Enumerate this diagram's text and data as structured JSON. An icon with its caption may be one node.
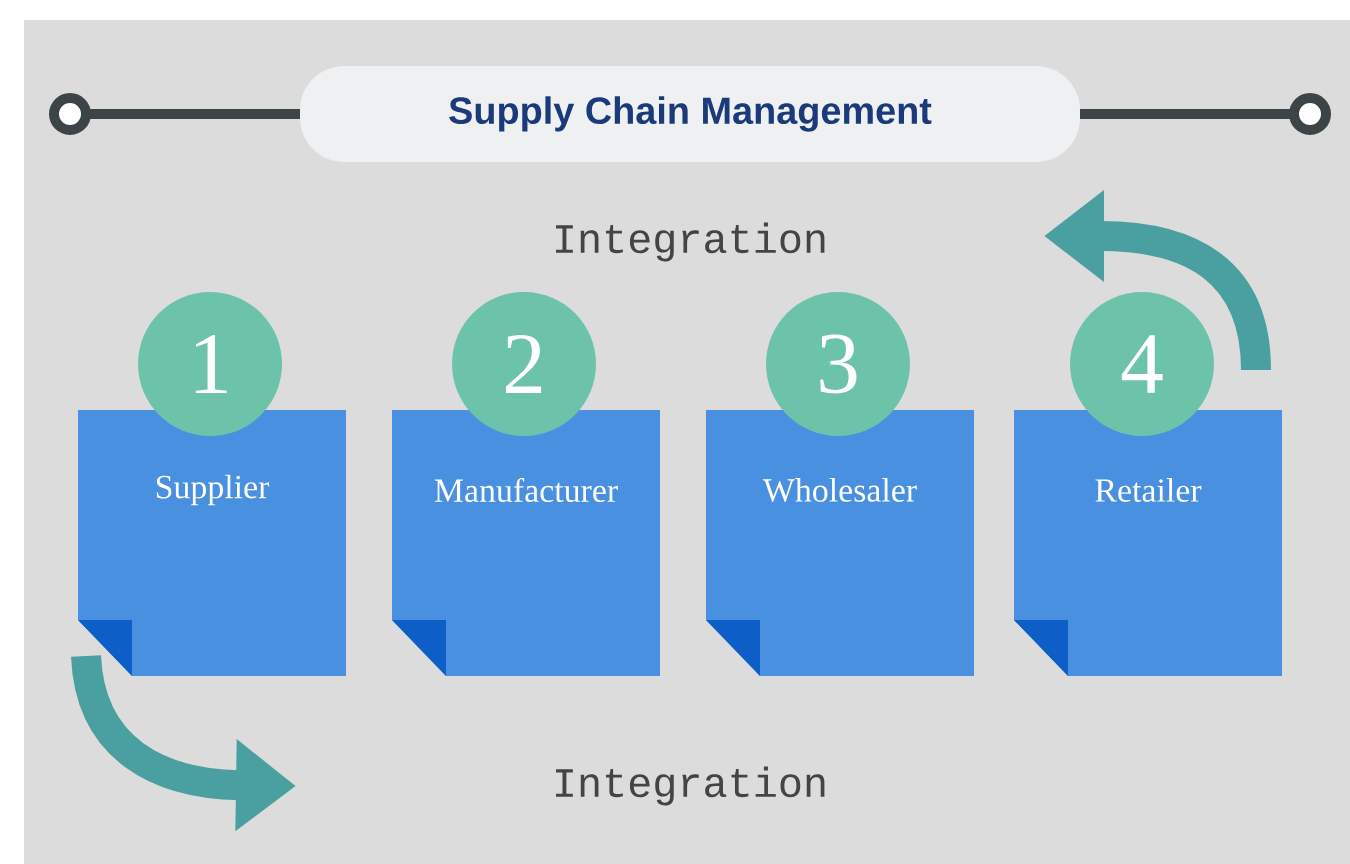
{
  "diagram": {
    "title": "Supply Chain Management",
    "nodes": [
      {
        "text": [
          "1"
        ]
      },
      {
        "text": [
          "2"
        ]
      },
      {
        "text": [
          "3"
        ]
      },
      {
        "text": [
          "4"
        ]
      },
      {
        "text": [
          "Supplier"
        ]
      },
      {
        "text": [
          "Manufacturer"
        ]
      },
      {
        "text": [
          "Wholesaler"
        ]
      },
      {
        "text": [
          "Retailer"
        ]
      }
    ],
    "labels": [
      "Integration",
      "Integration"
    ]
  }
}
